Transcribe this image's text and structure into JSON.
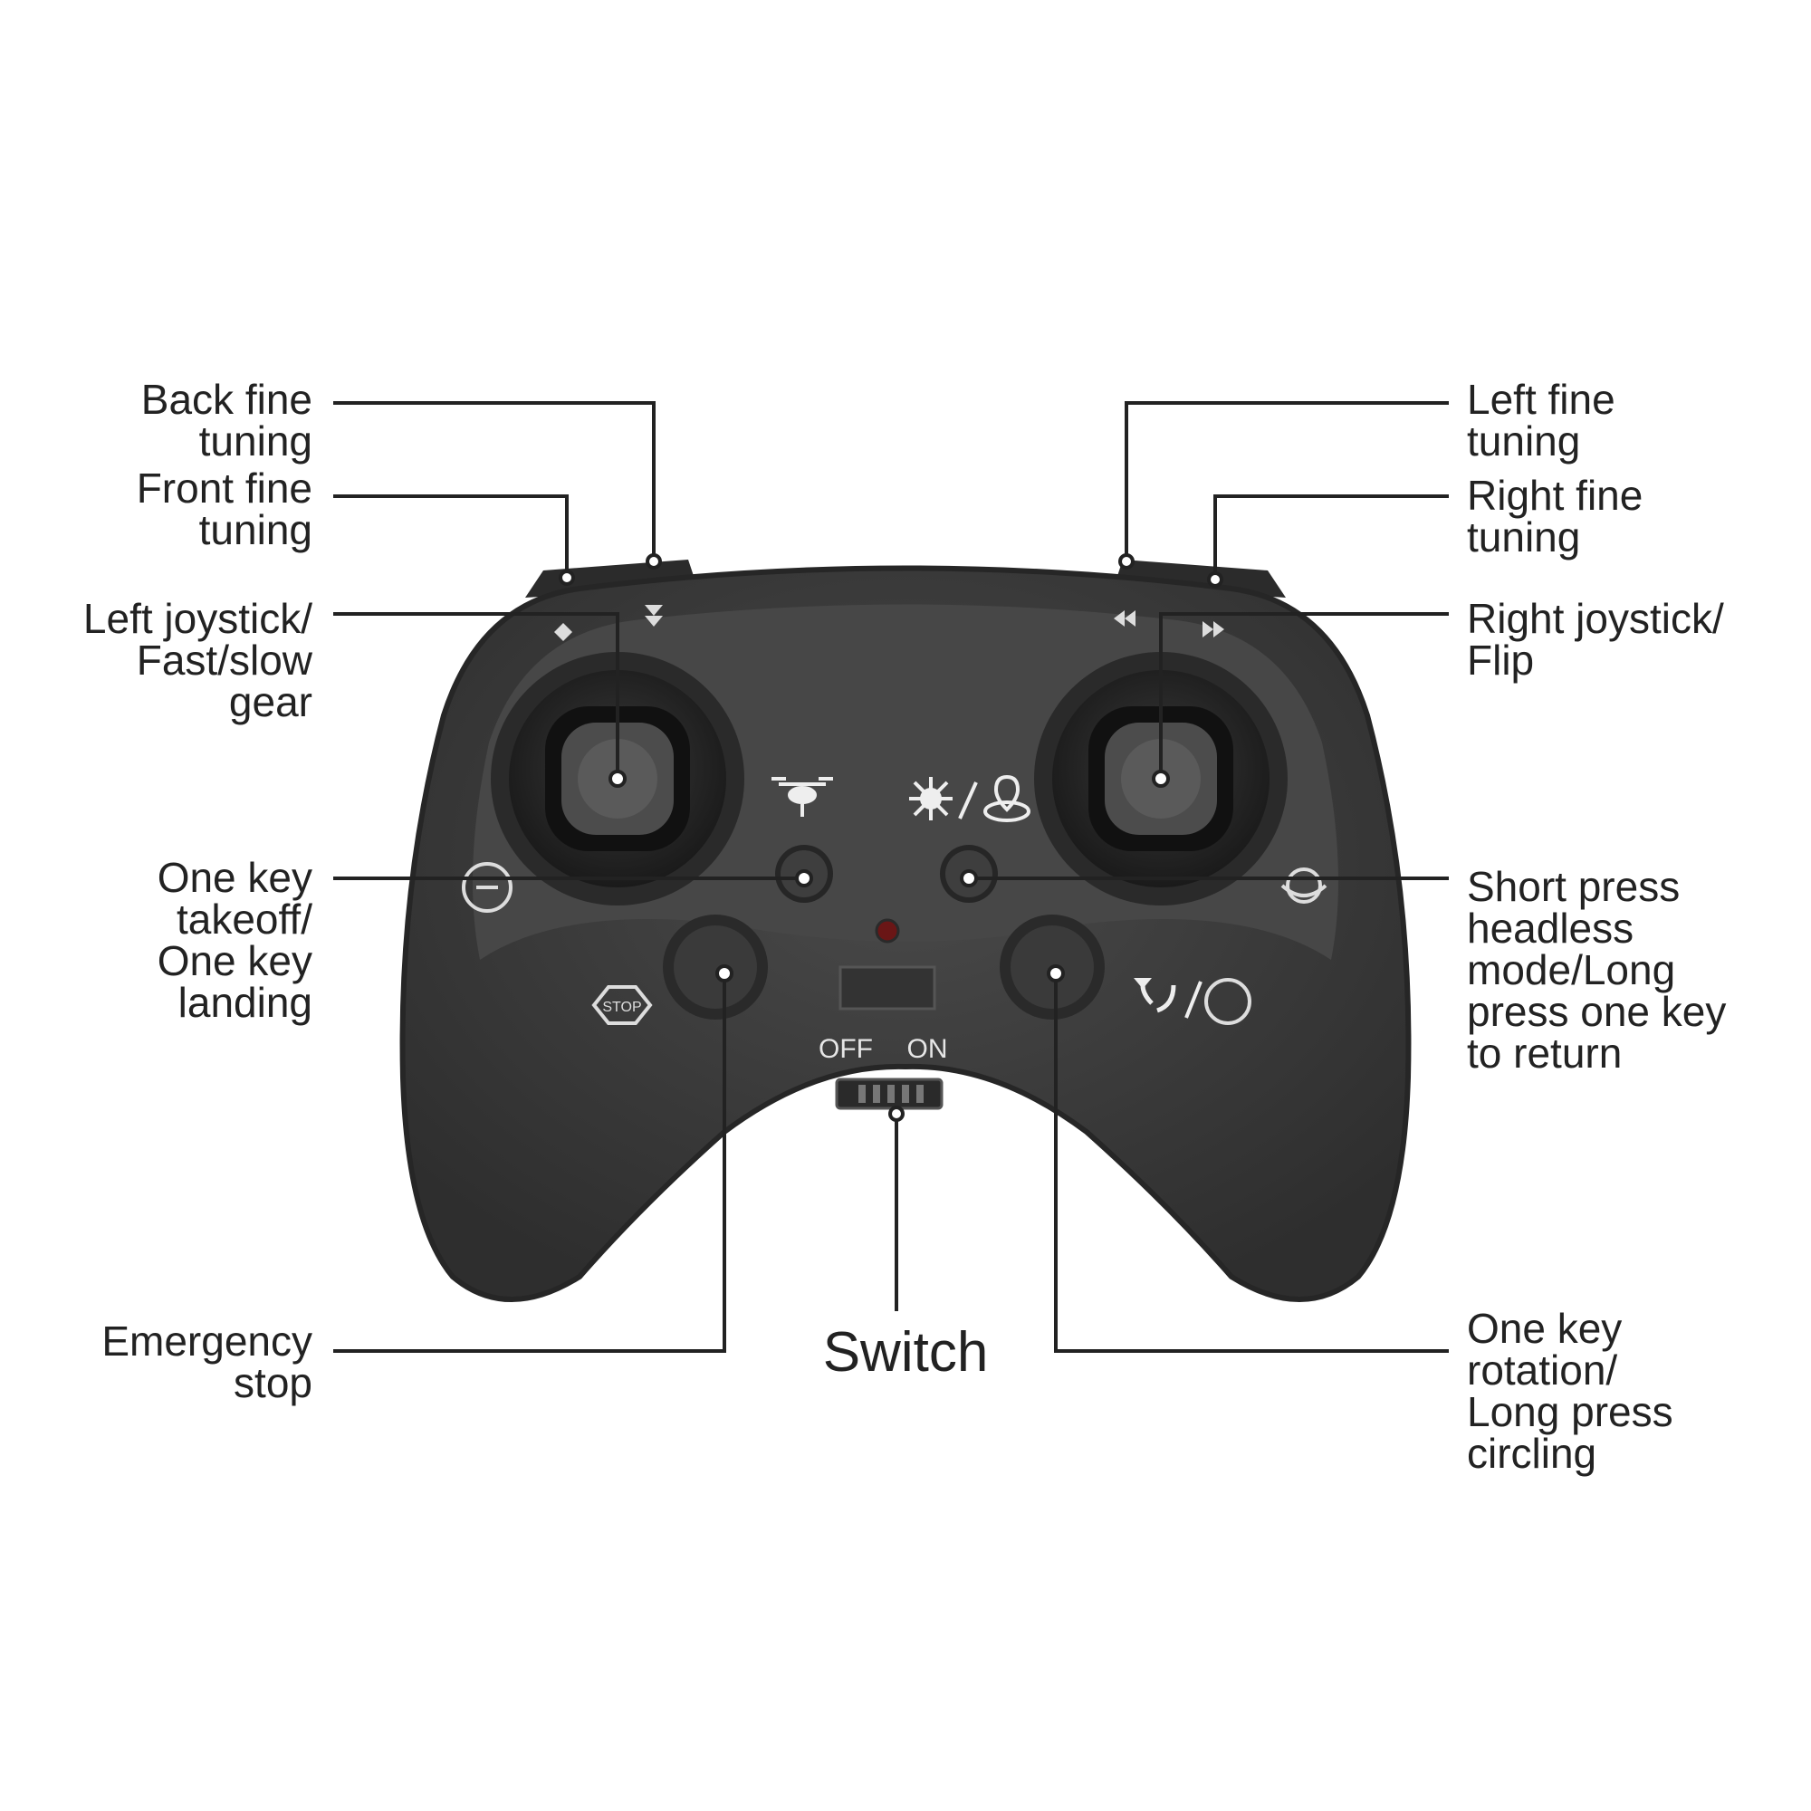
{
  "labels": {
    "back_fine_tuning": [
      "Back fine",
      "tuning"
    ],
    "front_fine_tuning": [
      "Front fine",
      "tuning"
    ],
    "left_joystick": [
      "Left joystick/",
      "Fast/slow",
      "gear"
    ],
    "one_key_takeoff": [
      "One key",
      "takeoff/",
      "One key",
      "landing"
    ],
    "emergency_stop": [
      "Emergency",
      "stop"
    ],
    "left_fine_tuning": [
      "Left fine",
      "tuning"
    ],
    "right_fine_tuning": [
      "Right fine",
      "tuning"
    ],
    "right_joystick": [
      "Right joystick/",
      "Flip"
    ],
    "headless_mode": [
      "Short press",
      "headless",
      "mode/Long",
      "press one key",
      "to return"
    ],
    "one_key_rotation": [
      "One key",
      "rotation/",
      "Long press",
      "circling"
    ],
    "switch": "Switch"
  },
  "controller": {
    "switch_off": "OFF",
    "switch_on": "ON",
    "stop_badge": "STOP"
  },
  "colors": {
    "body": "#3d3d3d",
    "body_edge": "#2a2a2a",
    "leader_line": "#222222",
    "indicator": "#8a1a1a"
  }
}
